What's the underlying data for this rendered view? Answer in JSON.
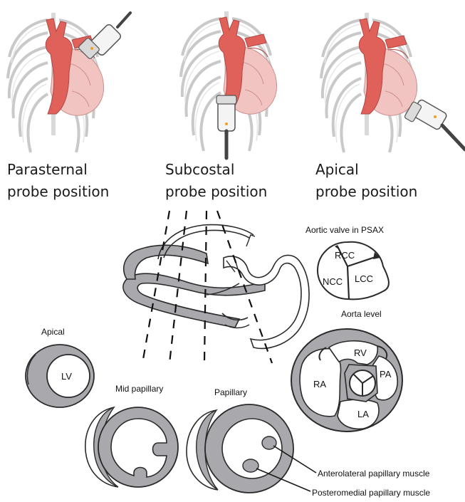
{
  "probe_labels": {
    "parasternal": {
      "line1": "Parasternal",
      "line2": "probe position"
    },
    "subcostal": {
      "line1": "Subcostal",
      "line2": "probe position"
    },
    "apical": {
      "line1": "Apical",
      "line2": "probe position"
    }
  },
  "views": {
    "apical": "Apical",
    "mid_papillary": "Mid papillary",
    "papillary": "Papillary",
    "aortic_valve": "Aortic valve in PSAX",
    "aorta_level": "Aorta level"
  },
  "structures": {
    "lv": "LV",
    "rcc": "RCC",
    "ncc": "NCC",
    "lcc": "LCC",
    "rv": "RV",
    "ra": "RA",
    "pa": "PA",
    "la": "LA"
  },
  "callouts": {
    "anterolateral": "Anterolateral papillary muscle",
    "posteromedial": "Posteromedial papillary muscle"
  },
  "colors": {
    "heart_red": "#e0605a",
    "heart_pink": "#f2c4c1",
    "myocardium_gray": "#a9a9ad",
    "rib_gray": "#cfcfcf",
    "outline": "#2a2a2a",
    "probe_orange": "#f0a020"
  }
}
